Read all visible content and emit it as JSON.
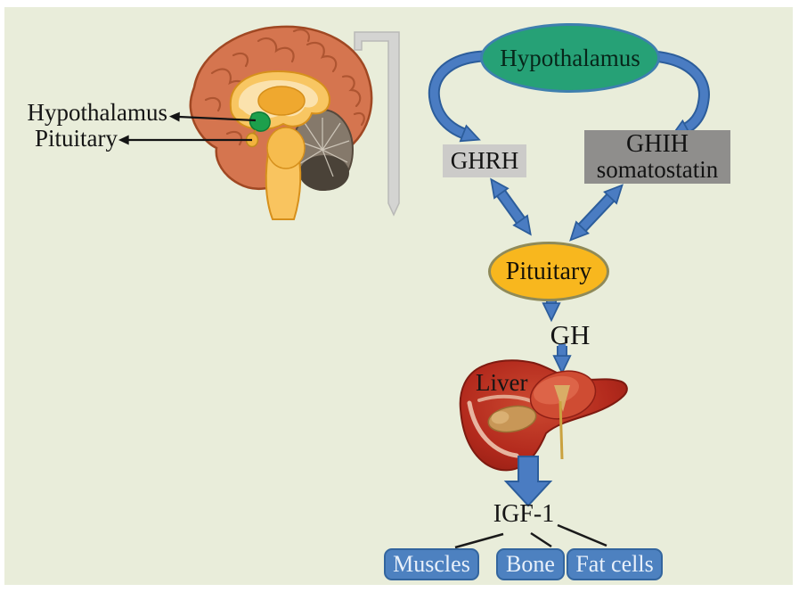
{
  "figure": {
    "brain_inset": {
      "hypothalamus_label": "Hypothalamus",
      "pituitary_label": "Pituitary"
    },
    "pathway": {
      "hypothalamus": "Hypothalamus",
      "ghrh": "GHRH",
      "ghih_line1": "GHIH",
      "ghih_line2": "somatostatin",
      "pituitary": "Pituitary",
      "gh": "GH",
      "liver": "Liver",
      "igf1": "IGF-1",
      "targets": [
        "Muscles",
        "Bone",
        "Fat cells"
      ]
    },
    "colors": {
      "panel_background": "#e9edda",
      "arrow_blue": "#4a7cc2",
      "arrow_blue_outline": "#2c5d9b",
      "hypothalamus_fill": "#26a176",
      "hypothalamus_stroke": "#3e7fae",
      "pituitary_fill": "#f8b71e",
      "ghrh_box": "#cccbc9",
      "ghih_box": "#8f8e8c",
      "target_box_fill": "#4d81c0",
      "target_box_stroke": "#33659e",
      "liver_red": "#b32a1d",
      "brain_salmon": "#d5754f",
      "cerebellum_gray": "#85796b"
    }
  }
}
